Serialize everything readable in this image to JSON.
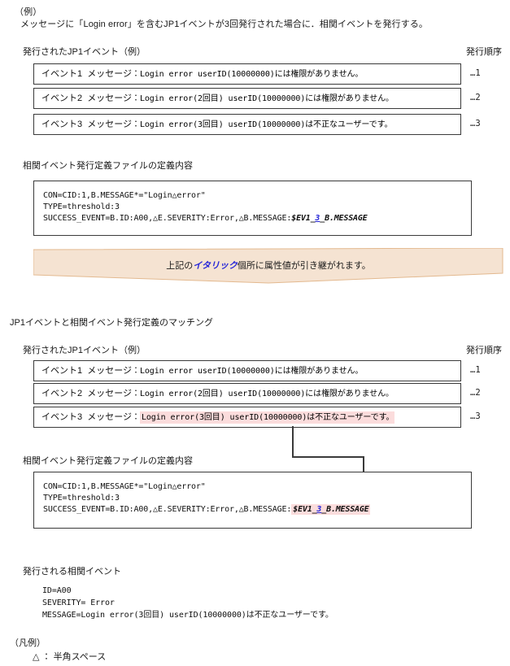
{
  "document": {
    "example_label": "（例）",
    "intro": "メッセージに「Login error」を含むJP1イベントが3回発行された場合に．相関イベントを発行する。"
  },
  "colors": {
    "highlight_pink": "#fbdcdc",
    "ribbon_fill": "#f5e3d2",
    "ribbon_border": "#e3b98f",
    "italic_blue": "#2727d8",
    "box_border": "#3a3a3a"
  },
  "section1": {
    "events_heading": "発行されたJP1イベント（例）",
    "order_heading": "発行順序",
    "events": [
      {
        "name": "イベント1",
        "label": "メッセージ",
        "message": "Login error userID(10000000)には権限がありません。",
        "seq": "…1",
        "highlighted": false
      },
      {
        "name": "イベント2",
        "label": "メッセージ",
        "message": "Login error(2回目) userID(10000000)には権限がありません。",
        "seq": "…2",
        "highlighted": false
      },
      {
        "name": "イベント3",
        "label": "メッセージ",
        "message": "Login error(3回目) userID(10000000)は不正なユーザーです。",
        "seq": "…3",
        "highlighted": false
      }
    ],
    "def_heading": "相関イベント発行定義ファイルの定義内容",
    "def_lines": {
      "line1": "CON=CID:1,B.MESSAGE*=\"Login△error\"",
      "line2": "TYPE=threshold:3",
      "line3_prefix": "SUCCESS_EVENT=B.ID:A00,△E.SEVERITY:Error,△B.MESSAGE:",
      "line3_var_a": "$EV1_",
      "line3_var_num": "3",
      "line3_var_b": "_B.MESSAGE"
    },
    "ribbon": {
      "text_before": "上記の",
      "text_italic": "イタリック",
      "text_after": "個所に属性値が引き継がれます。"
    }
  },
  "section2": {
    "heading": "JP1イベントと相関イベント発行定義のマッチング",
    "events_heading": "発行されたJP1イベント（例）",
    "order_heading": "発行順序",
    "events": [
      {
        "name": "イベント1",
        "label": "メッセージ",
        "message": "Login error userID(10000000)には権限がありません。",
        "seq": "…1",
        "highlighted": false
      },
      {
        "name": "イベント2",
        "label": "メッセージ",
        "message": "Login error(2回目) userID(10000000)には権限がありません。",
        "seq": "…2",
        "highlighted": false
      },
      {
        "name": "イベント3",
        "label": "メッセージ",
        "message": "Login error(3回目) userID(10000000)は不正なユーザーです。",
        "seq": "…3",
        "highlighted": true
      }
    ],
    "def_heading": "相関イベント発行定義ファイルの定義内容",
    "def_lines": {
      "line1": "CON=CID:1,B.MESSAGE*=\"Login△error\"",
      "line2": "TYPE=threshold:3",
      "line3_prefix": "SUCCESS_EVENT=B.ID:A00,△E.SEVERITY:Error,△B.MESSAGE:",
      "line3_var_a": "$EV1_",
      "line3_var_num": "3",
      "line3_var_b": "_B.MESSAGE"
    }
  },
  "section3": {
    "heading": "発行される相関イベント",
    "lines": [
      "ID=A00",
      "SEVERITY= Error",
      "MESSAGE=Login error(3回目) userID(10000000)は不正なユーザーです。"
    ]
  },
  "legend": {
    "heading": "（凡例）",
    "item": "△ ： 半角スペース"
  }
}
